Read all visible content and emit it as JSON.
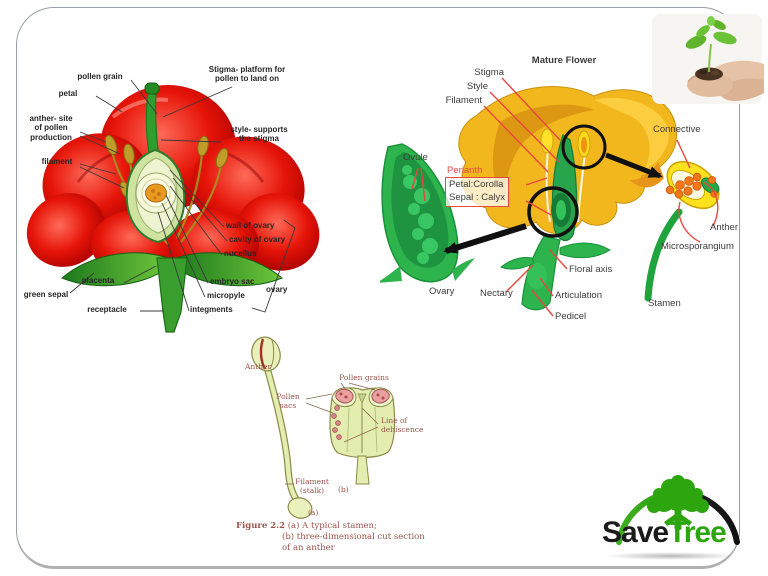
{
  "colors": {
    "label_red": "#e8483f",
    "flower_red": "#d81a10",
    "flower_yellow": "#f2b71d",
    "leaf_green": "#2db44d",
    "logo_green": "#2ca50f",
    "logo_black": "#1b1b1b"
  },
  "red_flower_diagram": {
    "labels": {
      "pollen_grain": "pollen grain",
      "petal": "petal",
      "stigma": "Stigma- platform for\npollen to land on",
      "anther": "anther- site\nof pollen\nproduction",
      "style": "style- supports\nthe stigma",
      "filament": "filament",
      "wall_of_ovary": "wall of ovary",
      "cavity_of_ovary": "cavity of ovary",
      "nucellus": "nucellus",
      "embryo_sac": "embryo sac",
      "micropyle": "micropyle",
      "ovary": "ovary",
      "integments": "integments",
      "placenta": "placenta",
      "green_sepal": "green sepal",
      "receptacle": "receptacle"
    }
  },
  "mature_flower_diagram": {
    "title": "Mature Flower",
    "labels": {
      "stigma": "Stigma",
      "style": "Style",
      "filament": "Filament",
      "ovule": "Ovule",
      "perianth": "Perianth",
      "petal_corolla": "Petal:Corolla",
      "sepal_calyx": "Sepal : Calyx",
      "ovary": "Ovary",
      "nectary": "Nectary",
      "floral_axis": "Floral axis",
      "articulation": "Articulation",
      "pedicel": "Pedicel",
      "connective": "Connective",
      "anther": "Anther",
      "microsporangium": "Microsporangium",
      "stamen": "Stamen"
    }
  },
  "stamen_figure": {
    "labels": {
      "anther": "Anther",
      "pollen_grains": "Pollen grains",
      "pollen_sacs": "Pollen\nsacs",
      "line_of_dehiscence": "Line of\ndehiscence",
      "filament_stalk": "Filament\n(stalk)",
      "part_a": "(a)",
      "part_b": "(b)"
    },
    "caption_bold": "Figure 2.2",
    "caption_lines": [
      "(a) A typical stamen;",
      "(b) three-dimensional cut section",
      "of an anther"
    ]
  },
  "logo": {
    "save": "Save",
    "tree": "Tree"
  },
  "icons": {
    "photo": "hands-holding-seedling"
  }
}
